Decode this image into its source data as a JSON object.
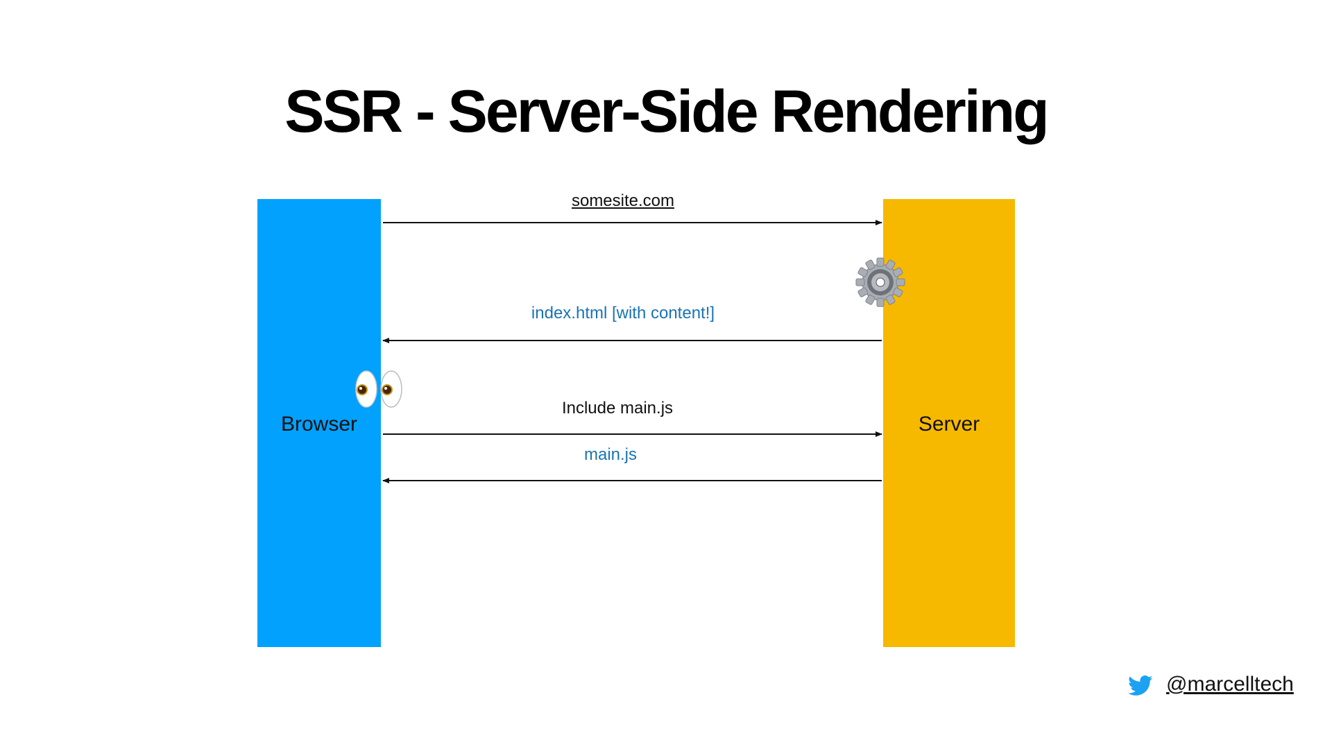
{
  "title": "SSR - Server-Side Rendering",
  "participants": {
    "browser": {
      "label": "Browser",
      "color": "#03a1fe"
    },
    "server": {
      "label": "Server",
      "color": "#f7b900"
    }
  },
  "messages": [
    {
      "label": "somesite.com",
      "from": "browser",
      "to": "server",
      "label_color": "#111111",
      "underlined": true
    },
    {
      "label": "index.html [with content!]",
      "from": "server",
      "to": "browser",
      "label_color": "#1a73b5",
      "underlined": false
    },
    {
      "label": "Include main.js",
      "from": "browser",
      "to": "server",
      "label_color": "#111111",
      "underlined": false
    },
    {
      "label": "main.js",
      "from": "server",
      "to": "browser",
      "label_color": "#1a73b5",
      "underlined": false
    }
  ],
  "decorations": {
    "server_icon": "gear-icon",
    "browser_icon": "eyes-icon"
  },
  "footer": {
    "handle": "@marcelltech",
    "icon": "twitter-bird-icon"
  }
}
